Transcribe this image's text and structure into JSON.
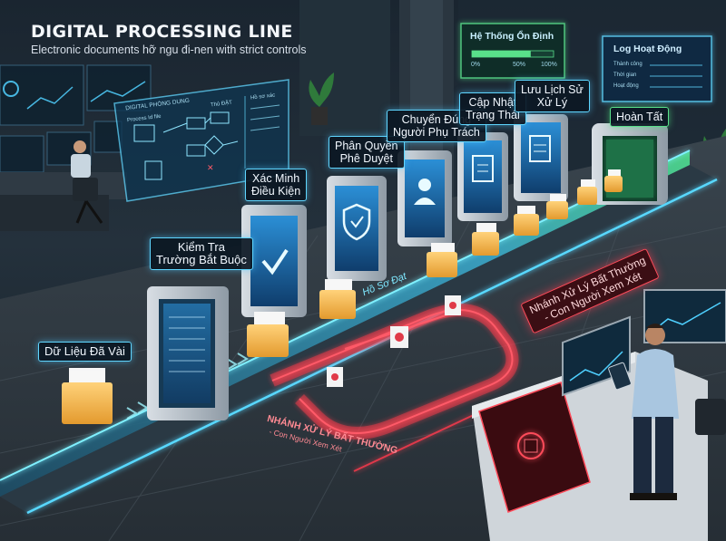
{
  "header": {
    "title": "DIGITAL PROCESSING LINE",
    "subtitle": "Electronic documents hỡ ngu đi-nen with strict controls"
  },
  "stages": [
    {
      "label": "Dữ Liệu Đã Vài"
    },
    {
      "label_line1": "Kiểm Tra",
      "label_line2": "Trường Bắt Buộc"
    },
    {
      "label_line1": "Xác Minh",
      "label_line2": "Điều Kiện"
    },
    {
      "label_line1": "Phân Quyền",
      "label_line2": "Phê Duyệt"
    },
    {
      "label_line1": "Chuyển Đúng",
      "label_line2": "Người Phụ Trách"
    },
    {
      "label_line1": "Cập Nhật",
      "label_line2": "Trạng Thái"
    },
    {
      "label_line1": "Lưu Lịch Sử",
      "label_line2": "Xử Lý"
    },
    {
      "label": "Hoàn Tất"
    }
  ],
  "belt_label": "Hồ Sơ Đạt",
  "exception_branch": {
    "sign_line1": "Nhánh Xử Lý Bất Thường",
    "sign_line2": "- Con Người Xem Xét",
    "floor_line1": "NHÁNH XỬ LÝ BẤT THƯỜNG",
    "floor_line2": "- Con Người Xem Xét"
  },
  "stability_panel": {
    "title": "Hệ Thống Ổn Định",
    "ticks": [
      "0%",
      "50%",
      "100%"
    ],
    "level": 0.72
  },
  "activity_panel": {
    "title": "Log Hoạt Động",
    "rows": [
      "Thành công",
      "Thời gian",
      "Hoạt động"
    ]
  },
  "workflow_screen": {
    "title": "DIGITAL PHÒNG DUNG",
    "side_title": "Hồ sơ xác",
    "left_item": "Process Id file",
    "decision": "Thủ ĐẶT"
  },
  "colors": {
    "accent": "#5fd6ff",
    "success": "#59e08a",
    "alert": "#ff4b5a",
    "folder": "#f7b955"
  },
  "icons": [
    "checkmark-icon",
    "shield-icon",
    "user-icon",
    "clipboard-icon",
    "document-icon",
    "folder-icon"
  ]
}
